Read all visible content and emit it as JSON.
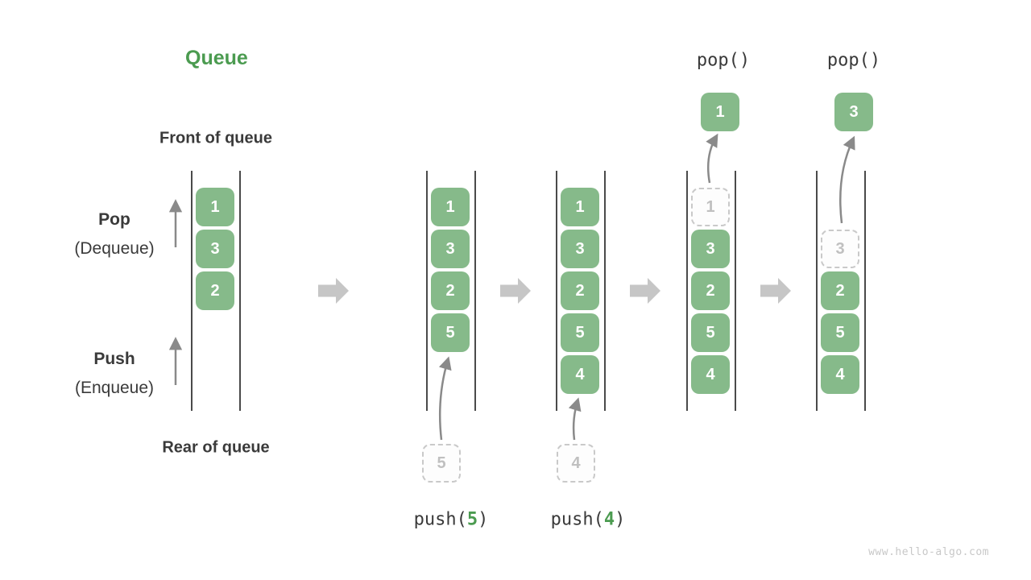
{
  "title": "Queue",
  "labels": {
    "front": "Front of queue",
    "rear": "Rear of queue",
    "pop": "Pop",
    "pop_sub": "(Dequeue)",
    "push": "Push",
    "push_sub": "(Enqueue)"
  },
  "queues": [
    {
      "boxes": [
        "1",
        "3",
        "2"
      ]
    },
    {
      "boxes": [
        "1",
        "3",
        "2",
        "5"
      ],
      "incoming": "5",
      "op": {
        "fn": "push(",
        "arg": "5",
        "close": ")"
      }
    },
    {
      "boxes": [
        "1",
        "3",
        "2",
        "5",
        "4"
      ],
      "incoming": "4",
      "op": {
        "fn": "push(",
        "arg": "4",
        "close": ")"
      }
    },
    {
      "boxes": [
        "3",
        "2",
        "5",
        "4"
      ],
      "ghost": "1",
      "popped": "1",
      "op": "pop()"
    },
    {
      "boxes": [
        "2",
        "5",
        "4"
      ],
      "ghost": "3",
      "popped": "3",
      "op": "pop()"
    }
  ],
  "watermark": "www.hello-algo.com",
  "colors": {
    "box_green": "#86ba8a",
    "accent_green": "#4b9b50",
    "text_dark": "#3a3a3a",
    "flow_arrow_gray": "#c6c6c6",
    "thin_arrow_gray": "#8a8a8a",
    "ghost_gray": "#c0c0c0",
    "rail_dark": "#4a4a4a"
  }
}
